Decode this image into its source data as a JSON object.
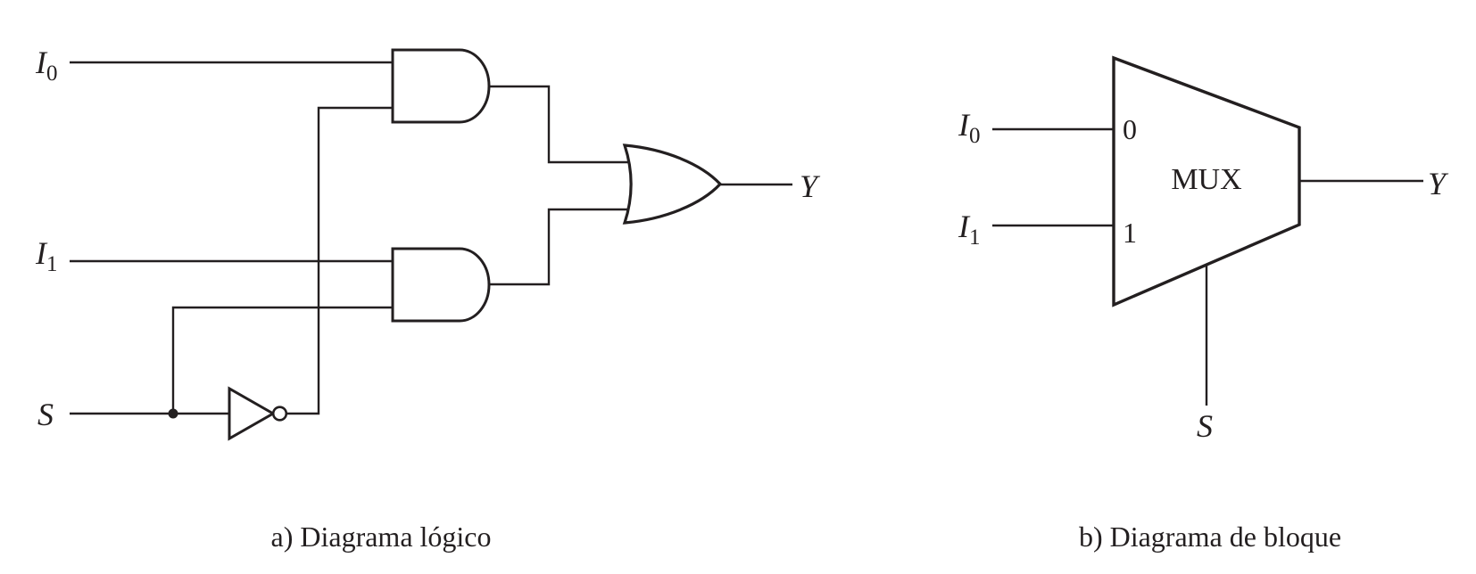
{
  "figure": {
    "background": "#ffffff",
    "ink": "#231f20"
  },
  "logic_diagram": {
    "caption": "a) Diagrama lógico",
    "inputs": {
      "i0": {
        "base": "I",
        "sub": "0"
      },
      "i1": {
        "base": "I",
        "sub": "1"
      },
      "select": "S"
    },
    "output": "Y"
  },
  "block_diagram": {
    "caption": "b) Diagrama de bloque",
    "block_label": "MUX",
    "inputs": {
      "i0": {
        "base": "I",
        "sub": "0",
        "pin": "0"
      },
      "i1": {
        "base": "I",
        "sub": "1",
        "pin": "1"
      }
    },
    "select": "S",
    "output": "Y"
  }
}
